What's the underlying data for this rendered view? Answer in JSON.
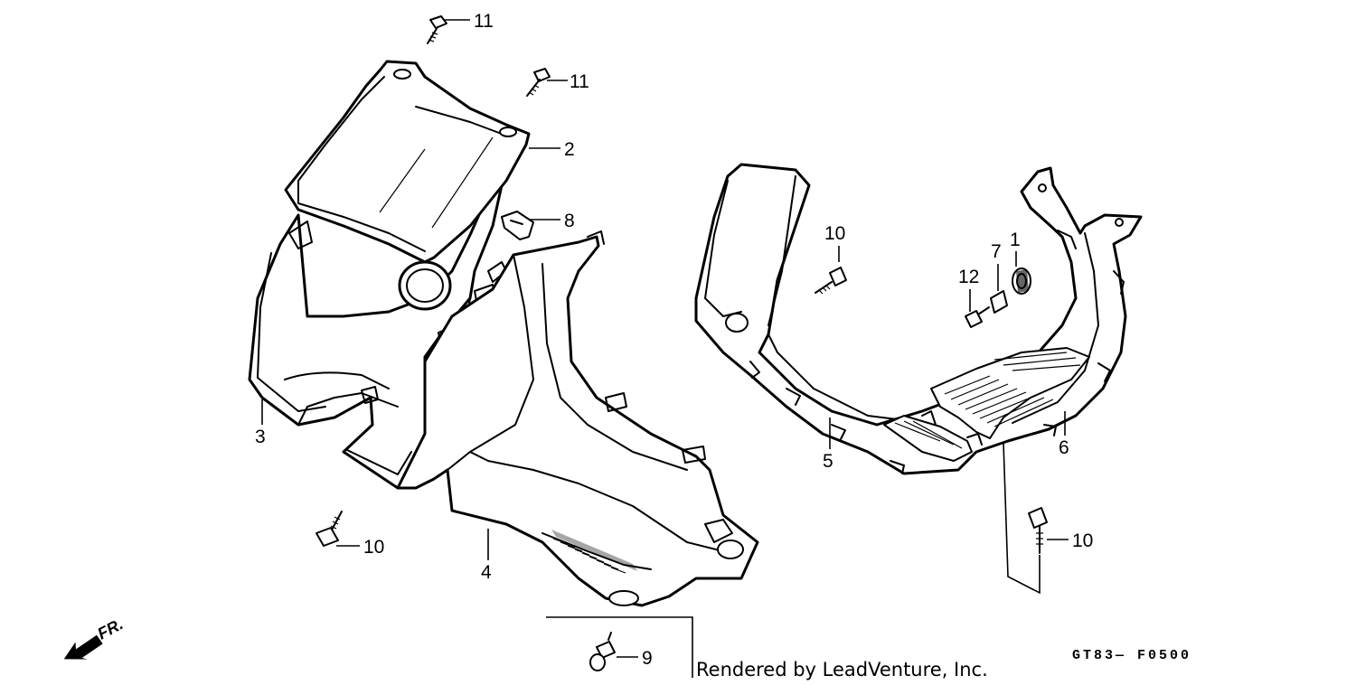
{
  "diagram": {
    "callouts": [
      {
        "id": "c11a",
        "label": "11"
      },
      {
        "id": "c11b",
        "label": "11"
      },
      {
        "id": "c2",
        "label": "2"
      },
      {
        "id": "c8",
        "label": "8"
      },
      {
        "id": "c3",
        "label": "3"
      },
      {
        "id": "c10a",
        "label": "10"
      },
      {
        "id": "c4",
        "label": "4"
      },
      {
        "id": "c9",
        "label": "9"
      },
      {
        "id": "c10b",
        "label": "10"
      },
      {
        "id": "c12",
        "label": "12"
      },
      {
        "id": "c7",
        "label": "7"
      },
      {
        "id": "c1",
        "label": "1"
      },
      {
        "id": "c5",
        "label": "5"
      },
      {
        "id": "c6",
        "label": "6"
      },
      {
        "id": "c10c",
        "label": "10"
      }
    ],
    "direction_label": "FR.",
    "credit": "Rendered by LeadVenture, Inc.",
    "diagram_code": "GT83— F0500"
  }
}
